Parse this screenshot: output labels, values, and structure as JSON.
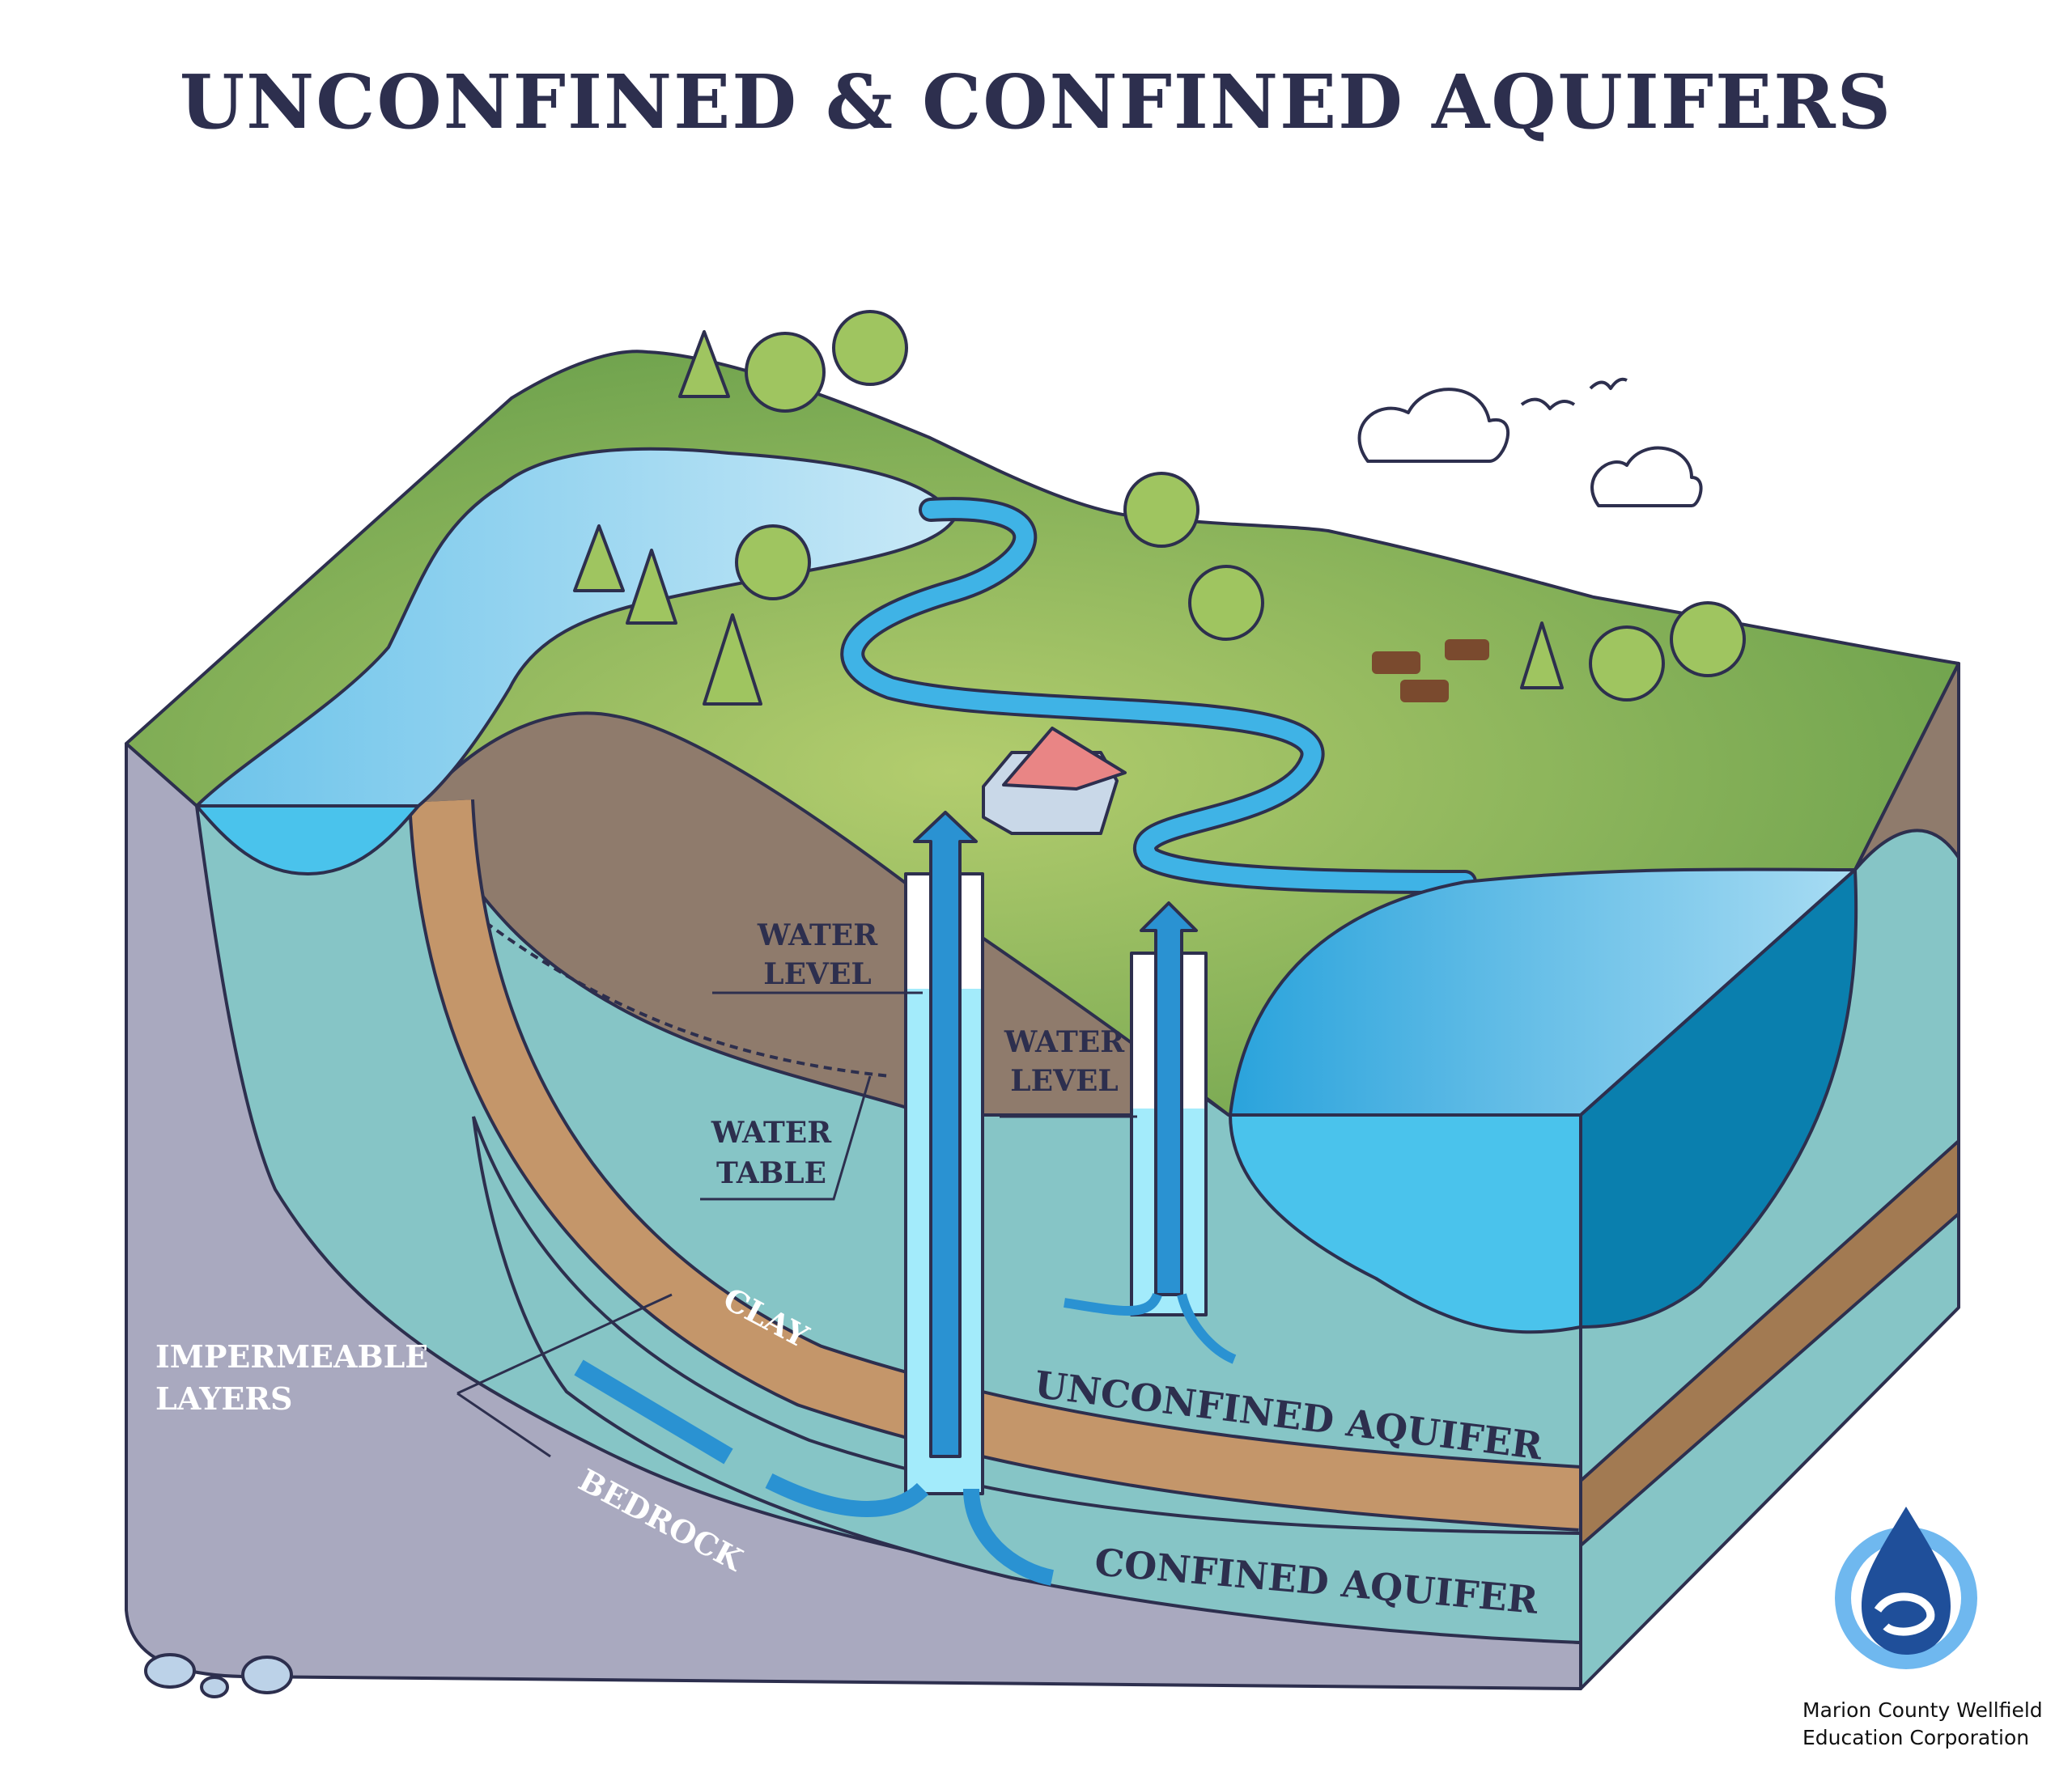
{
  "title": "UNCONFINED & CONFINED AQUIFERS",
  "labels": {
    "water_level_left": [
      "WATER",
      "LEVEL"
    ],
    "water_level_right": [
      "WATER",
      "LEVEL"
    ],
    "water_table": [
      "WATER",
      "TABLE"
    ],
    "clay": "CLAY",
    "impermeable_layers": [
      "IMPERMEABLE",
      "LAYERS"
    ],
    "bedrock": "BEDROCK",
    "unconfined_aquifer": "UNCONFINED AQUIFER",
    "confined_aquifer": "CONFINED AQUIFER"
  },
  "organization": [
    "Marion County Wellfield",
    "Education Corporation"
  ],
  "colors": {
    "title": "#2d2f4e",
    "grass": "#7fb257",
    "soil": "#8f7b6c",
    "aquifer": "#86c5c6",
    "clay": "#c4966a",
    "bedrock": "#a9a9bf",
    "water": "#4ac3ec"
  }
}
